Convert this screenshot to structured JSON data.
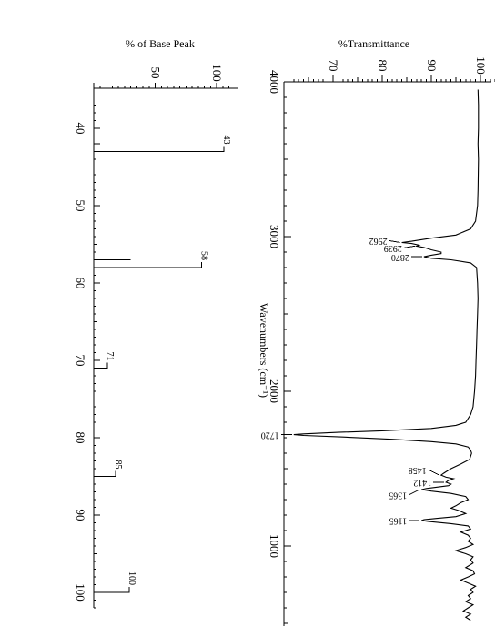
{
  "chart_data": [
    {
      "type": "bar",
      "title": "",
      "value_label": "% of Base Peak",
      "category_label": "",
      "value_ticks": [
        50,
        100
      ],
      "category_ticks": [
        40,
        50,
        60,
        70,
        80,
        90,
        100
      ],
      "peak_labels": [
        "43",
        "58",
        "71",
        "85",
        "100"
      ],
      "peaks": [
        {
          "mz": 39,
          "intensity": 2
        },
        {
          "mz": 41,
          "intensity": 20
        },
        {
          "mz": 42,
          "intensity": 5
        },
        {
          "mz": 43,
          "intensity": 100
        },
        {
          "mz": 57,
          "intensity": 30
        },
        {
          "mz": 58,
          "intensity": 82
        },
        {
          "mz": 70,
          "intensity": 1
        },
        {
          "mz": 71,
          "intensity": 5
        },
        {
          "mz": 85,
          "intensity": 12
        },
        {
          "mz": 100,
          "intensity": 23
        }
      ]
    },
    {
      "type": "line",
      "title": "",
      "y_label": "%Transmittance",
      "x_label": "Wavenumbers (cm⁻¹)",
      "x_ticks": [
        4000,
        3000,
        2000,
        1000
      ],
      "y_ticks": [
        70,
        80,
        90,
        100
      ],
      "peak_labels": [
        "2962",
        "2939",
        "2870",
        "1720",
        "1458",
        "1412",
        "1365",
        "1165"
      ],
      "spectrum": [
        [
          3950,
          99.5
        ],
        [
          3850,
          99.6
        ],
        [
          3700,
          99.6
        ],
        [
          3600,
          99.5
        ],
        [
          3500,
          99.6
        ],
        [
          3300,
          99.5
        ],
        [
          3200,
          99.4
        ],
        [
          3100,
          99
        ],
        [
          3050,
          98
        ],
        [
          3010,
          95
        ],
        [
          2990,
          90
        ],
        [
          2970,
          86
        ],
        [
          2962,
          84
        ],
        [
          2955,
          86
        ],
        [
          2945,
          87.5
        ],
        [
          2939,
          87
        ],
        [
          2930,
          88.5
        ],
        [
          2915,
          90
        ],
        [
          2900,
          92
        ],
        [
          2890,
          92
        ],
        [
          2880,
          90
        ],
        [
          2870,
          88.5
        ],
        [
          2860,
          90
        ],
        [
          2850,
          94
        ],
        [
          2830,
          98
        ],
        [
          2800,
          99.2
        ],
        [
          2700,
          99.4
        ],
        [
          2600,
          99.5
        ],
        [
          2500,
          99.4
        ],
        [
          2400,
          99.3
        ],
        [
          2300,
          99.2
        ],
        [
          2200,
          99.1
        ],
        [
          2100,
          99
        ],
        [
          2000,
          98.8
        ],
        [
          1900,
          98.5
        ],
        [
          1850,
          98
        ],
        [
          1800,
          97
        ],
        [
          1780,
          95
        ],
        [
          1760,
          90
        ],
        [
          1745,
          80
        ],
        [
          1735,
          71
        ],
        [
          1725,
          64
        ],
        [
          1720,
          62
        ],
        [
          1715,
          64
        ],
        [
          1705,
          72
        ],
        [
          1690,
          82
        ],
        [
          1675,
          90
        ],
        [
          1660,
          95
        ],
        [
          1640,
          97.5
        ],
        [
          1620,
          98
        ],
        [
          1600,
          98.2
        ],
        [
          1560,
          97.8
        ],
        [
          1530,
          96
        ],
        [
          1500,
          94
        ],
        [
          1480,
          93
        ],
        [
          1470,
          92.5
        ],
        [
          1458,
          92
        ],
        [
          1445,
          93
        ],
        [
          1435,
          94.5
        ],
        [
          1425,
          93.5
        ],
        [
          1412,
          93
        ],
        [
          1400,
          94
        ],
        [
          1390,
          93.5
        ],
        [
          1380,
          91
        ],
        [
          1372,
          89
        ],
        [
          1365,
          88
        ],
        [
          1355,
          90
        ],
        [
          1340,
          94
        ],
        [
          1320,
          97
        ],
        [
          1300,
          97.5
        ],
        [
          1280,
          96
        ],
        [
          1260,
          95
        ],
        [
          1245,
          94
        ],
        [
          1230,
          95.5
        ],
        [
          1210,
          97
        ],
        [
          1190,
          95
        ],
        [
          1178,
          91
        ],
        [
          1170,
          88.5
        ],
        [
          1165,
          88
        ],
        [
          1158,
          89.5
        ],
        [
          1145,
          94
        ],
        [
          1130,
          97.5
        ],
        [
          1110,
          98
        ],
        [
          1090,
          96
        ],
        [
          1070,
          97.5
        ],
        [
          1050,
          98
        ],
        [
          1030,
          97.5
        ],
        [
          1010,
          98.5
        ],
        [
          990,
          97
        ],
        [
          970,
          95
        ],
        [
          950,
          97
        ],
        [
          930,
          98.5
        ],
        [
          910,
          98
        ],
        [
          890,
          98.5
        ],
        [
          860,
          97
        ],
        [
          840,
          98.5
        ],
        [
          820,
          98.8
        ],
        [
          800,
          97.5
        ],
        [
          780,
          96
        ],
        [
          760,
          97.5
        ],
        [
          740,
          99
        ],
        [
          720,
          98
        ],
        [
          700,
          98.5
        ],
        [
          680,
          97.5
        ],
        [
          660,
          98
        ],
        [
          640,
          97
        ],
        [
          620,
          98.5
        ],
        [
          600,
          97.5
        ],
        [
          580,
          96.5
        ],
        [
          560,
          98
        ],
        [
          540,
          97
        ],
        [
          520,
          98
        ]
      ]
    }
  ]
}
